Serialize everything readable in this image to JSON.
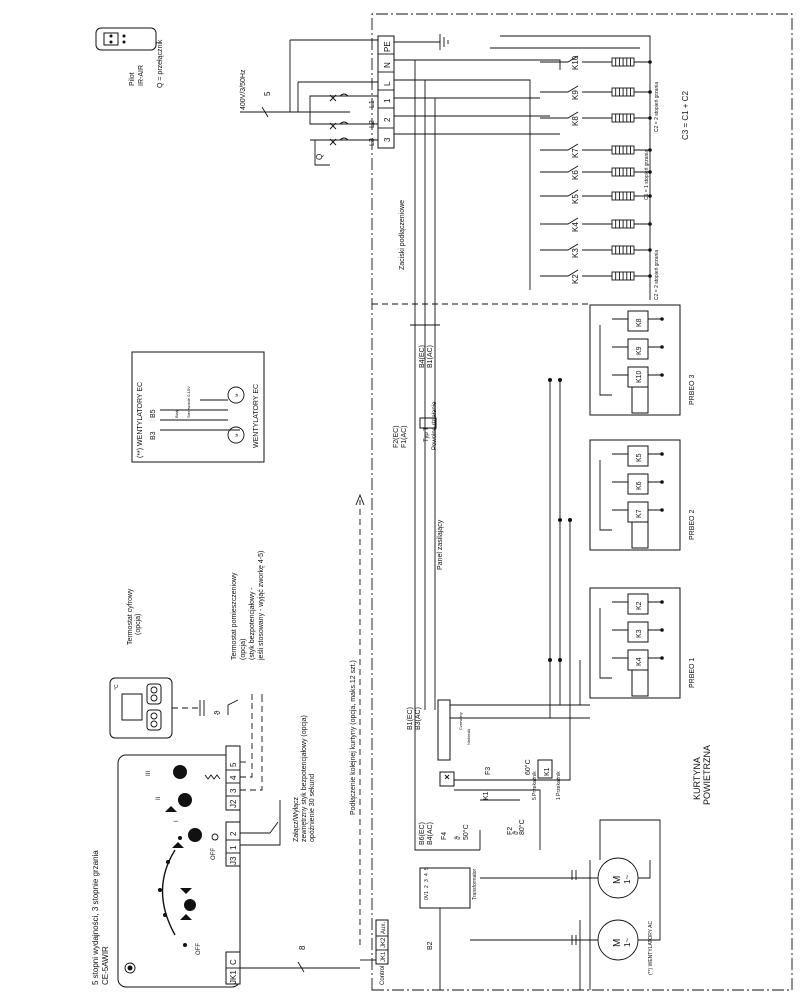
{
  "controller": {
    "title": "5 stopni wydajności, 3 stopnie grzania",
    "model": "CE-5AWIR",
    "speed_labels": [
      "OFF",
      "I",
      "II",
      "III"
    ],
    "heat_off_label": "OFF",
    "terminals": [
      "JK1",
      "C",
      "J3",
      "1",
      "2",
      "J2",
      "3",
      "4",
      "5"
    ]
  },
  "thermostat_digital": {
    "title": "Termostat cyfrowy",
    "note": "(opcja)",
    "degree": "°C"
  },
  "thermostat_room": {
    "line1": "Termostat pomieszczeniowy",
    "line2": "(opcja)",
    "line3": "(styk bezpotencjałowy -",
    "line4": "jeśli stosowany - wyjąć zworkę 4-5)"
  },
  "switch_ext": {
    "line1": "Załącz/Wyłącz",
    "line2": "zewnętrzny styk bezpotencjałowy (opcja)",
    "line3": "opóźnienie 30 sekund"
  },
  "next_curtain": "Podłączenie kolejnej kurtyny (opcja, maks.12 szt.)",
  "cable_label": "8",
  "control": {
    "label": "Control",
    "terminals": [
      "JK1",
      "JK2",
      "Aux."
    ]
  },
  "fans_ec": {
    "title": "(**) WENTYLATORY EC",
    "footer": "WENTYLATORY EC",
    "b3": "B3",
    "b5": "B5",
    "wire1": "Biały",
    "wire2": "Sterowanie 0-10V",
    "fan_symbol": "M"
  },
  "power_panel": "Panel zasilający",
  "supply_terminals_label": "Zaciski podłączeniowe",
  "supply": {
    "voltage": "400V/3/50Hz",
    "cable": "5",
    "q_label": "Q",
    "terminals": [
      "PE",
      "N",
      "L",
      "1",
      "2",
      "3"
    ],
    "lines": [
      "L1",
      "L2",
      "L3"
    ],
    "q_def": "Q = przełącznik"
  },
  "pilot": {
    "line1": "Pilot",
    "line2": "IR-AIR"
  },
  "relays": [
    "K10",
    "K9",
    "K8",
    "K7",
    "K6",
    "K5",
    "K4",
    "K3",
    "K2"
  ],
  "stage_labels": {
    "c1": "C1 = 1 stopień grzania",
    "c2a": "C2 = 2 stopień grzania",
    "c2b": "C2 = 2 stopień grzania",
    "c3": "C3 = C1 + C2"
  },
  "fuse_labels": {
    "f2ec": "F2(EC)",
    "f1ac": "F1(AC)",
    "typ": "Typ T",
    "reset": "Powolne działanie"
  },
  "b4": {
    "l1": "B4(EC)",
    "l2": "B1(AC)"
  },
  "b1": {
    "l1": "B1(EC)",
    "l2": "B3(AC)",
    "czerwony": "Czerwony",
    "niebieski": "Niebieski"
  },
  "b6": {
    "l1": "B6(EC)",
    "l2": "B4(AC)"
  },
  "safety": {
    "f4": "F4",
    "f4_temp": "50°C",
    "f2": "F2",
    "f2_temp": "80°C",
    "f3": "F3",
    "f3_temp": "60°C",
    "k1": "K1",
    "theta": "ϑ",
    "prz5": "5 Przekaźnik",
    "prz1": "1 Przekaźnik"
  },
  "prbeo": [
    {
      "label": "PRBEO 1",
      "relays": [
        "K4",
        "K3",
        "K2"
      ]
    },
    {
      "label": "PRBEO 2",
      "relays": [
        "K7",
        "K6",
        "K5"
      ]
    },
    {
      "label": "PRBEO 3",
      "relays": [
        "K10",
        "K9",
        "K8"
      ]
    }
  ],
  "curtain": {
    "l1": "KURTYNA",
    "l2": "POWIETRZNA"
  },
  "transformer": {
    "label": "Transformator",
    "taps": [
      "0V",
      "1",
      "2",
      "3",
      "4",
      "5"
    ]
  },
  "b2": "B2",
  "fans_ac": {
    "label": "(**) WENTYLATORY AC",
    "motor": "M",
    "phase": "1~"
  }
}
